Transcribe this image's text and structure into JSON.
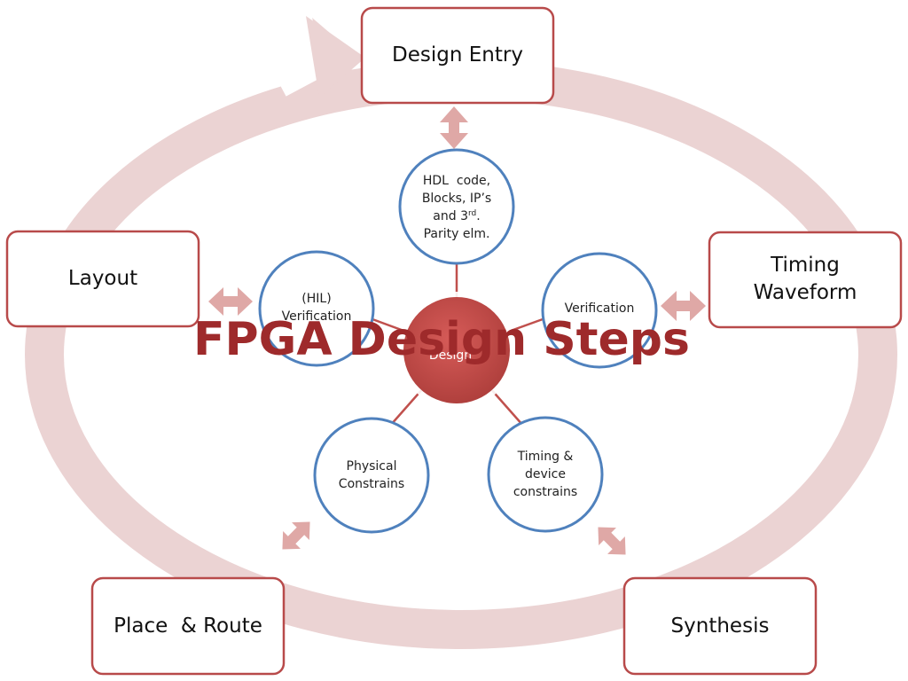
{
  "title": "FPGA Design Steps",
  "center": {
    "label": "Design"
  },
  "steps": {
    "design_entry": "Design Entry",
    "timing_waveform": [
      "Timing",
      "Waveform"
    ],
    "synthesis": "Synthesis",
    "place_route": "Place  & Route",
    "layout": "Layout"
  },
  "inputs": {
    "hdl": [
      "HDL  code,",
      "Blocks, IP’s",
      "and 3rd.",
      "Parity elm."
    ],
    "verification": "Verification",
    "timing_constraints": [
      "Timing &",
      "device",
      "constrains"
    ],
    "physical_constraints": [
      "Physical",
      "Constrains"
    ],
    "hil_verification": [
      "(HIL)",
      "Verification"
    ]
  },
  "colors": {
    "ring": "#ebd3d3",
    "box_border": "#b84a4a",
    "circle_border": "#4f81bd",
    "center_fill": "#c0504d",
    "connector": "#c0504d",
    "arrow": "#dfa8a6",
    "title": "#9e2a2b"
  }
}
